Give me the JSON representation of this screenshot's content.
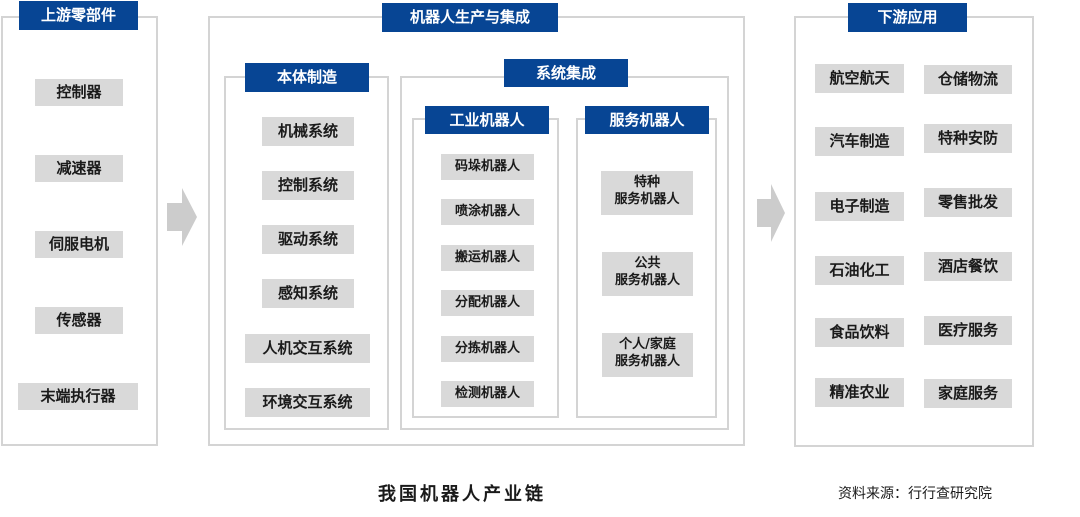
{
  "upstream": {
    "title": "上游零部件",
    "items": [
      "控制器",
      "减速器",
      "伺服电机",
      "传感器",
      "末端执行器"
    ]
  },
  "midstream": {
    "title": "机器人生产与集成",
    "body_manufacturing": {
      "title": "本体制造",
      "items": [
        "机械系统",
        "控制系统",
        "驱动系统",
        "感知系统",
        "人机交互系统",
        "环境交互系统"
      ]
    },
    "system_integration": {
      "title": "系统集成",
      "industrial": {
        "title": "工业机器人",
        "items": [
          "码垛机器人",
          "喷涂机器人",
          "搬运机器人",
          "分配机器人",
          "分拣机器人",
          "检测机器人"
        ]
      },
      "service": {
        "title": "服务机器人",
        "items": [
          {
            "line1": "特种",
            "line2": "服务机器人"
          },
          {
            "line1": "公共",
            "line2": "服务机器人"
          },
          {
            "line1": "个人/家庭",
            "line2": "服务机器人"
          }
        ]
      }
    }
  },
  "downstream": {
    "title": "下游应用",
    "items_left": [
      "航空航天",
      "汽车制造",
      "电子制造",
      "石油化工",
      "食品饮料",
      "精准农业"
    ],
    "items_right": [
      "仓储物流",
      "特种安防",
      "零售批发",
      "酒店餐饮",
      "医疗服务",
      "家庭服务"
    ]
  },
  "footer": {
    "title": "我国机器人产业链",
    "source": "资料来源：行行查研究院"
  },
  "colors": {
    "header_bg": "#074594",
    "item_bg": "#d9d9d9",
    "border": "#d4d4d4",
    "arrow": "#cccccc"
  }
}
